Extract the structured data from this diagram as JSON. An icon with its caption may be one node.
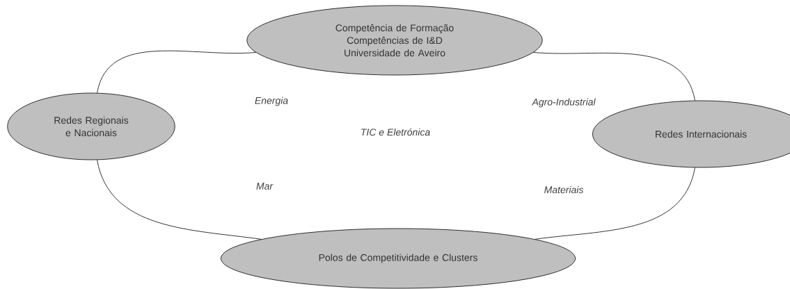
{
  "diagram": {
    "nodes": [
      {
        "text": [
          "Competência de Formação",
          "Competências de I&D",
          "Universidade de Aveiro"
        ]
      },
      {
        "text": [
          "Redes Regionais e Nacionais"
        ]
      },
      {
        "text": [
          "Redes Internacionais"
        ]
      },
      {
        "text": [
          "Polos de Competitividade e Clusters"
        ]
      }
    ],
    "edges": [
      {
        "from": 0,
        "to": 2,
        "arrow": "none"
      },
      {
        "from": 2,
        "to": 3,
        "arrow": "none"
      },
      {
        "from": 3,
        "to": 1,
        "arrow": "none"
      },
      {
        "from": 1,
        "to": 0,
        "arrow": "none"
      }
    ],
    "labels": [
      "Energia",
      "Agro-Industrial",
      "TIC e Eletrónica",
      "Mar",
      "Materiais"
    ]
  }
}
